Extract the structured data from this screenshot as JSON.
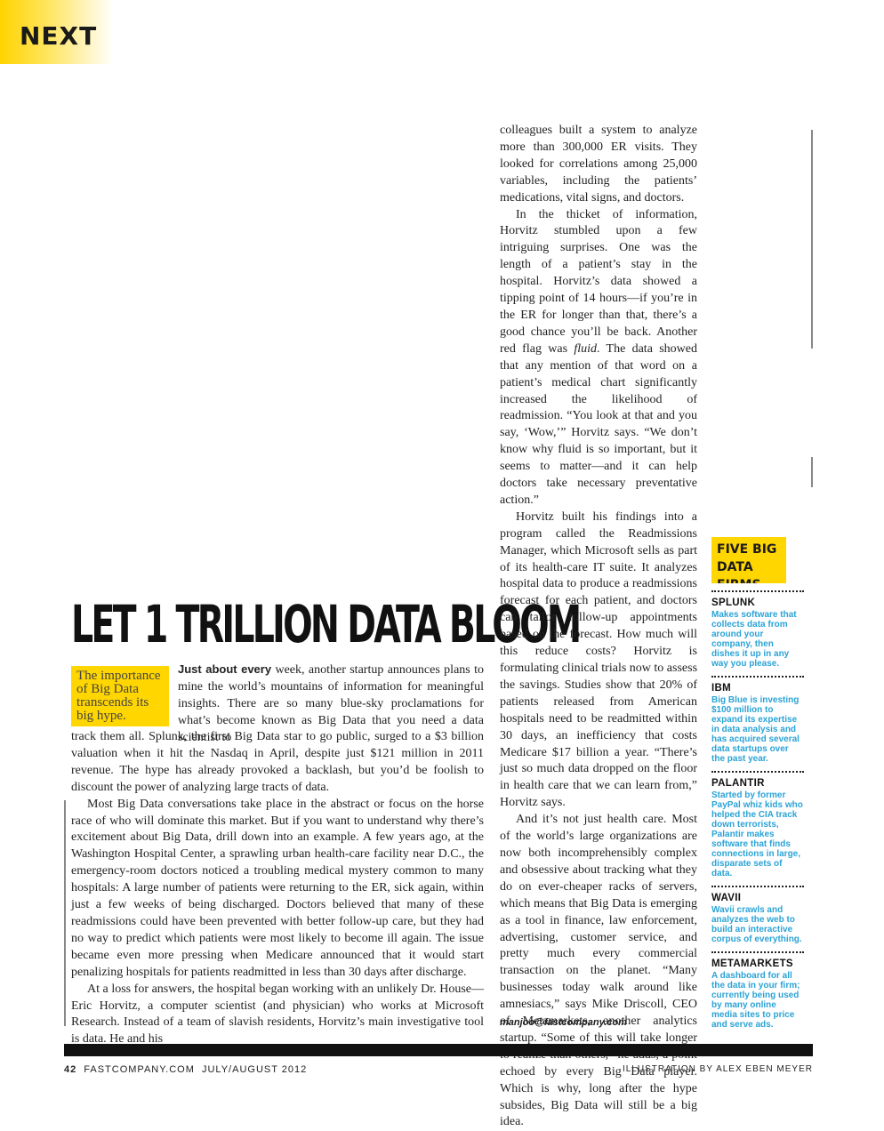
{
  "section_label": "NEXT",
  "headline": "LET 1 TRILLION DATA BLOOM",
  "pull_quote": "The importance of Big Data transcends its big hype.",
  "article": {
    "lead_in": "Just about every",
    "intro_rest": " week, another startup announces plans to mine the world’s mountains of information for meaningful insights. There are so many blue-sky proclamations for what’s become known as Big Data that you need a data scientist to",
    "p1_continued": "track them all. Splunk, the first Big Data star to go public, surged to a $3 billion valuation when it hit the Nasdaq in April, despite just $121 million in 2011 revenue. The hype has already provoked a backlash, but you’d be foolish to discount the power of analyzing large tracts of data.",
    "p2": "Most Big Data conversations take place in the abstract or focus on the horse race of who will dominate this market. But if you want to understand why there’s excitement about Big Data, drill down into an example. A few years ago, at the Washington Hospital Center, a sprawling urban health-care facility near D.C., the emergency-room doctors noticed a troubling medical mystery common to many hospitals: A large number of patients were returning to the ER, sick again, within just a few weeks of being discharged. Doctors believed that many of these readmissions could have been prevented with better follow-up care, but they had no way to predict which patients were most likely to become ill again. The issue became even more pressing when Medicare announced that it would start penalizing hospitals for patients readmitted in less than 30 days after discharge.",
    "p3": "At a loss for answers, the hospital began working with an unlikely Dr. House—Eric Horvitz, a computer scientist (and physician) who works at Microsoft Research. Instead of a team of slavish residents, Horvitz’s main investigative tool is data. He and his",
    "r1": "colleagues built a system to analyze more than 300,000 ER visits. They looked for correlations among 25,000 variables, including the patients’ medications, vital signs, and doctors.",
    "r2_before": "In the thicket of information, Horvitz stumbled upon a few intriguing surprises. One was the length of a patient’s stay in the hospital. Horvitz’s data showed a tipping point of 14 hours—if you’re in the ER for longer than that, there’s a good chance you’ll be back. Another red flag was ",
    "r2_em": "fluid",
    "r2_after": ". The data showed that any mention of that word on a patient’s medical chart significantly increased the likelihood of readmission. “You look at that and you say, ‘Wow,’” Horvitz says. “We don’t know why fluid is so important, but it seems to matter—and it can help doctors take necessary preventative action.”",
    "r3": "Horvitz built his findings into a program called the Readmissions Manager, which Microsoft sells as part of its health-care IT suite. It analyzes hospital data to produce a readmissions forecast for each patient, and doctors can tailor follow-up appointments based on the forecast. How much will this reduce costs? Horvitz is formulating clinical trials now to assess the savings. Studies show that 20% of patients released from American hospitals need to be readmitted within 30 days, an inefficiency that costs Medicare $17 billion a year. “There’s just so much data dropped on the floor in health care that we can learn from,” Horvitz says.",
    "r4": "And it’s not just health care. Most of the world’s large organizations are now both incomprehensibly complex and obsessive about tracking what they do on ever-cheaper racks of servers, which means that Big Data is emerging as a tool in finance, law enforcement, advertising, customer service, and pretty much every commercial transaction on the planet. “Many businesses today walk around like amnesiacs,” says Mike Driscoll, CEO of Metamarkets, another analytics startup. “Some of this will take longer to realize than others,” he adds, a point echoed by every Big Data player. Which is why, long after the hype subsides, Big Data will still be a big idea.",
    "byline": "manjoo@fastcompany.com"
  },
  "sidebar": {
    "title": "FIVE BIG DATA FIRMS TO WATCH",
    "firms": [
      {
        "name": "SPLUNK",
        "desc": "Makes software that collects data from around your company, then dishes it up in any way you please."
      },
      {
        "name": "IBM",
        "desc": "Big Blue is investing $100 million to expand its expertise in data analysis and has acquired several data startups over the past year."
      },
      {
        "name": "PALANTIR",
        "desc": "Started by former PayPal whiz kids who helped the CIA track down terrorists, Palantir makes software that finds connections in large, disparate sets of data."
      },
      {
        "name": "WAVII",
        "desc": "Wavii crawls and analyzes the web to build an interactive corpus of everything."
      },
      {
        "name": "METAMARKETS",
        "desc": "A dashboard for all the data in your firm; currently being used by many online media sites to price and serve ads."
      }
    ]
  },
  "footer": {
    "page_number": "42",
    "publication": "FASTCOMPANY.COM  JULY/AUGUST 2012",
    "credit": "ILLUSTRATION BY ALEX EBEN MEYER"
  }
}
